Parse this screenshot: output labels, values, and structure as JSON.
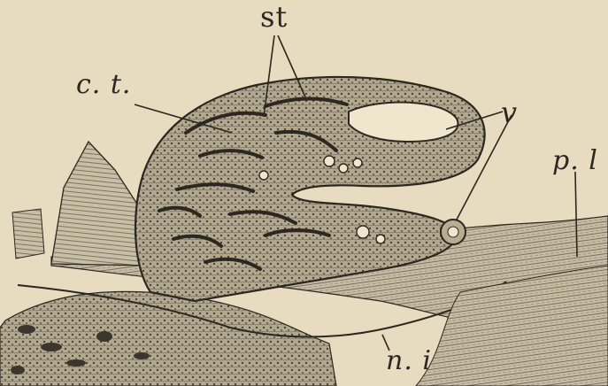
{
  "figure": {
    "labels": {
      "st": "st",
      "ct": "c. t.",
      "v": "v",
      "pl": "p. l",
      "ni": "n. i"
    },
    "colors": {
      "paper": "#e7dcbf",
      "ink": "#2b2721",
      "tissue": "#bdb39b",
      "tissue_dark": "#8c8371",
      "lumen": "#efe6cd"
    }
  }
}
